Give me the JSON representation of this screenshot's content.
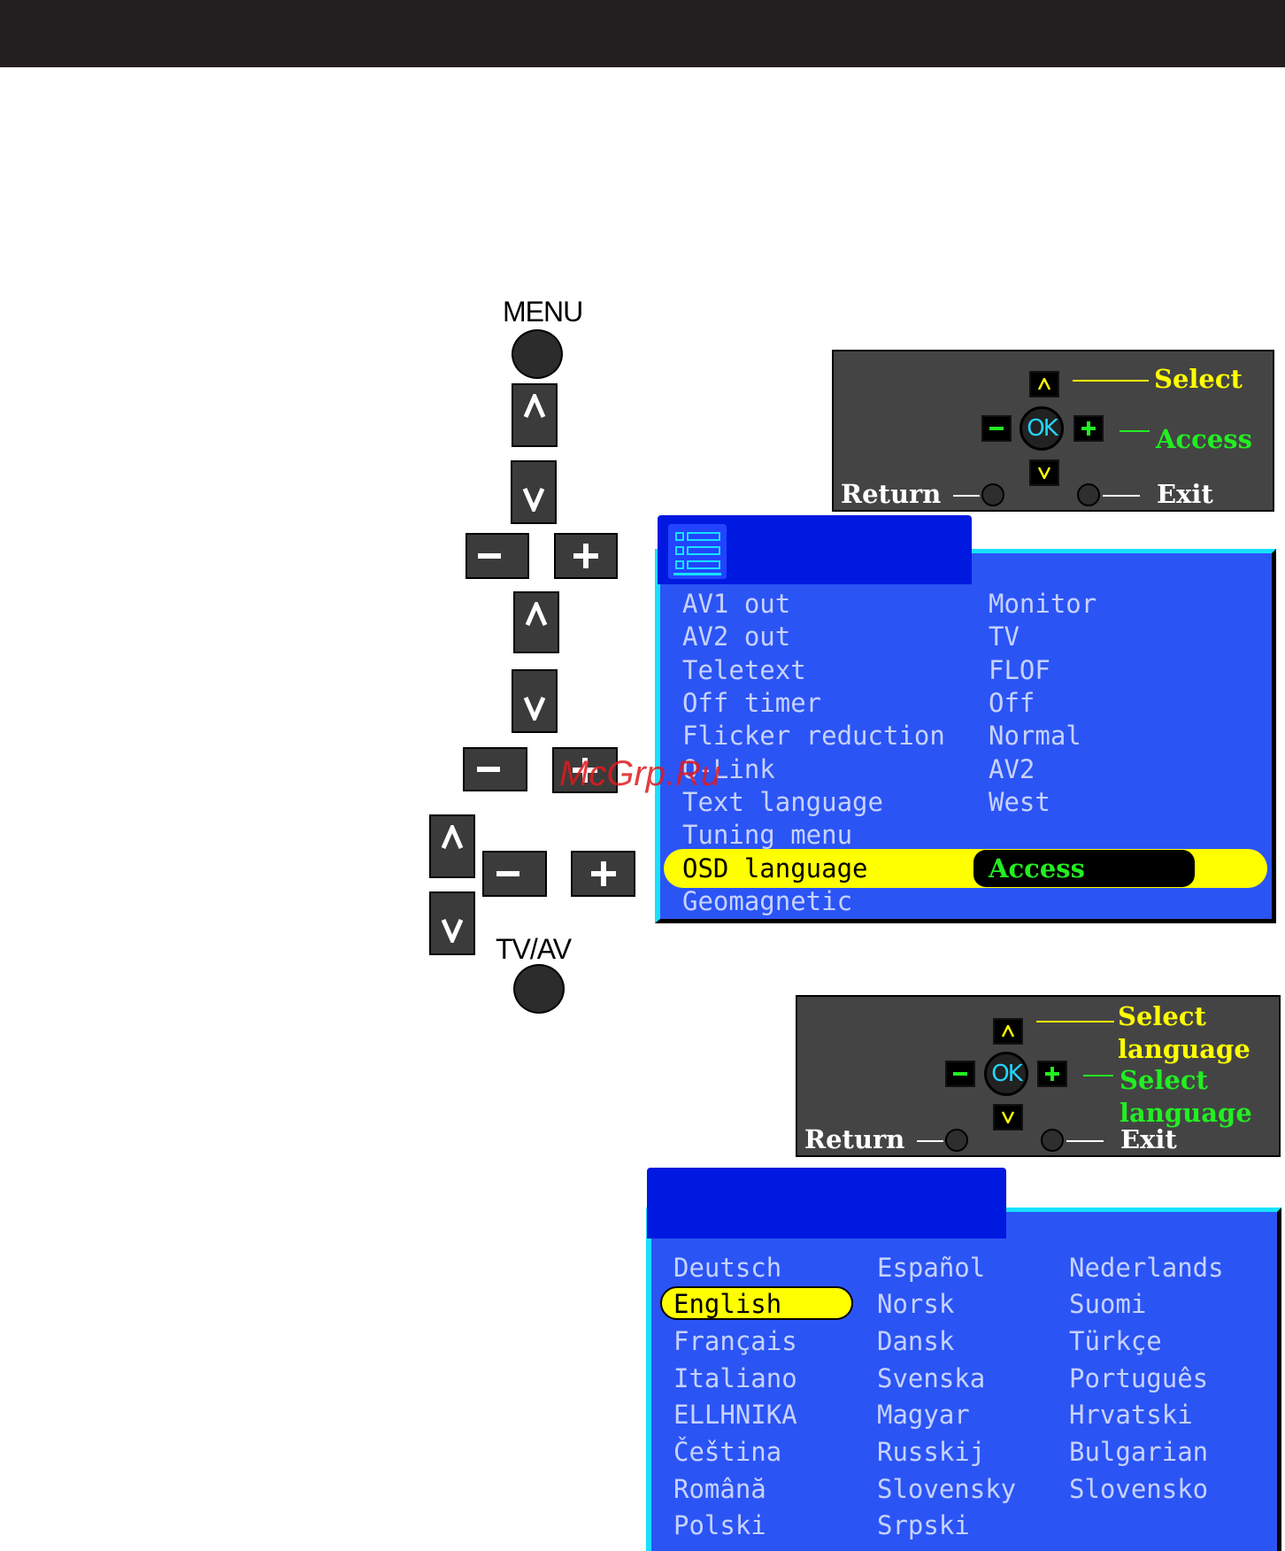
{
  "remote": {
    "menu_label": "MENU",
    "tvav_label": "TV/AV"
  },
  "hint_panel_1": {
    "select": "Select",
    "access": "Access",
    "return": "Return",
    "exit": "Exit",
    "ok": "OK"
  },
  "main_menu": {
    "rows": [
      {
        "label": "AV1 out",
        "value": "Monitor"
      },
      {
        "label": "AV2 out",
        "value": "TV"
      },
      {
        "label": "Teletext",
        "value": "FLOF"
      },
      {
        "label": "Off timer",
        "value": "Off"
      },
      {
        "label": "Flicker reduction",
        "value": "Normal"
      },
      {
        "label": "Q-Link",
        "value": "AV2"
      },
      {
        "label": "Text language",
        "value": "West"
      },
      {
        "label": "Tuning menu",
        "value": ""
      },
      {
        "label": "OSD language",
        "value": "Access"
      },
      {
        "label": "Geomagnetic",
        "value": ""
      }
    ],
    "highlighted_row": "OSD language"
  },
  "hint_panel_2": {
    "select_1": "Select",
    "select_1b": "language",
    "select_2": "Select",
    "select_2b": "language",
    "return": "Return",
    "exit": "Exit",
    "ok": "OK"
  },
  "language_menu": {
    "col1": [
      "Deutsch",
      "English",
      "Français",
      "Italiano",
      "ELLHNIKA",
      "Čeština",
      "Română",
      "Polski"
    ],
    "col2": [
      "Español",
      "Norsk",
      "Dansk",
      "Svenska",
      "Magyar",
      "Russkij",
      "Slovensky",
      "Srpski"
    ],
    "col3": [
      "Nederlands",
      "Suomi",
      "Türkçe",
      "Português",
      "Hrvatski",
      "Bulgarian",
      "Slovensko"
    ],
    "selected": "English"
  },
  "watermark": "McGrp.Ru",
  "colors": {
    "menu_blue": "#2b54f5",
    "tab_blue": "#0019e0",
    "highlight": "#ffff00",
    "hint_yellow": "#ffff00",
    "hint_green": "#22ee22",
    "ok_cyan": "#22d6ff"
  }
}
